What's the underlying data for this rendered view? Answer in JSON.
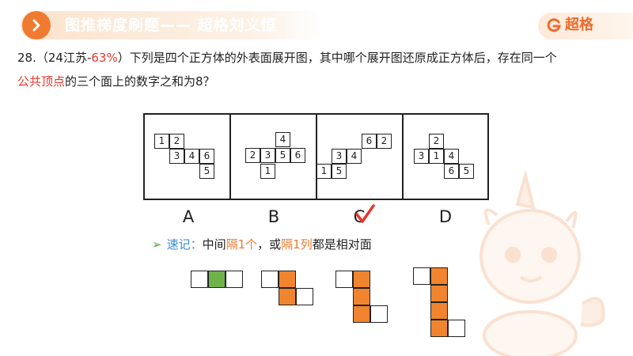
{
  "header": {
    "title": "图推梯度刷题—— 超格刘义恒",
    "brand": "超格",
    "colors": {
      "accent": "#f07a2f",
      "banner": "#fbe3cc"
    }
  },
  "question": {
    "number_prefix": "28.（24江苏-",
    "rate": "63%",
    "line1_rest": "）下列是四个正方体的外表面展开图，其中哪个展开图还原成正方体后，存在同一个",
    "highlight": "公共顶点",
    "line2_rest": "的三个面上的数字之和为8？"
  },
  "options": {
    "labels": [
      "A",
      "B",
      "C",
      "D"
    ],
    "correct_mark": "C",
    "A": [
      "1",
      "2",
      "3",
      "4",
      "6",
      "5"
    ],
    "B": [
      "4",
      "2",
      "3",
      "5",
      "6",
      "1"
    ],
    "C": [
      "6",
      "2",
      "3",
      "4",
      "1",
      "5"
    ],
    "D": [
      "2",
      "3",
      "1",
      "4",
      "6",
      "5"
    ]
  },
  "tip": {
    "arrow": "➢",
    "label": "速记：",
    "t1": "中间",
    "h1": "隔1个",
    "t2": "，或",
    "h2": "隔1列",
    "t3": "都是相对面"
  }
}
